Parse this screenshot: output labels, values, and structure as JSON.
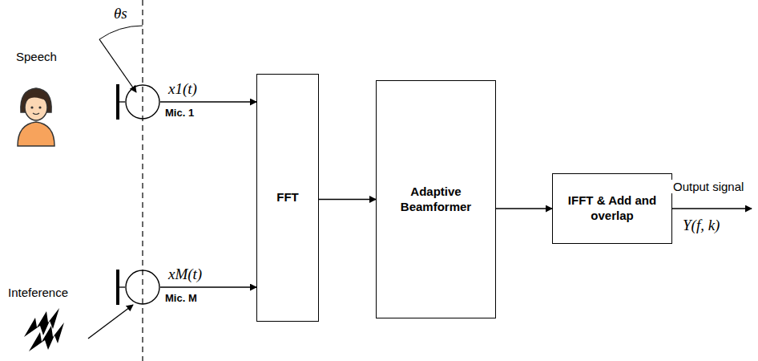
{
  "diagram": {
    "nodes": [
      {
        "text": [
          "Mic. 1"
        ]
      },
      {
        "text": [
          "Mic. M"
        ]
      },
      {
        "text": [
          "FFT"
        ]
      },
      {
        "text": [
          "Adaptive Beamformer"
        ]
      },
      {
        "text": [
          "IFFT & Add and overlap"
        ]
      }
    ],
    "edges": [
      {
        "from": 0,
        "to": 2,
        "arrow": "to",
        "label": "x1(t)"
      },
      {
        "from": 1,
        "to": 2,
        "arrow": "to",
        "label": "xM(t)"
      },
      {
        "from": 2,
        "to": 3,
        "arrow": "to"
      },
      {
        "from": 3,
        "to": 4,
        "arrow": "to"
      }
    ],
    "labels": [
      "θs",
      "Speech",
      "Inteference",
      "Output signal",
      "Y(f, k)"
    ]
  }
}
